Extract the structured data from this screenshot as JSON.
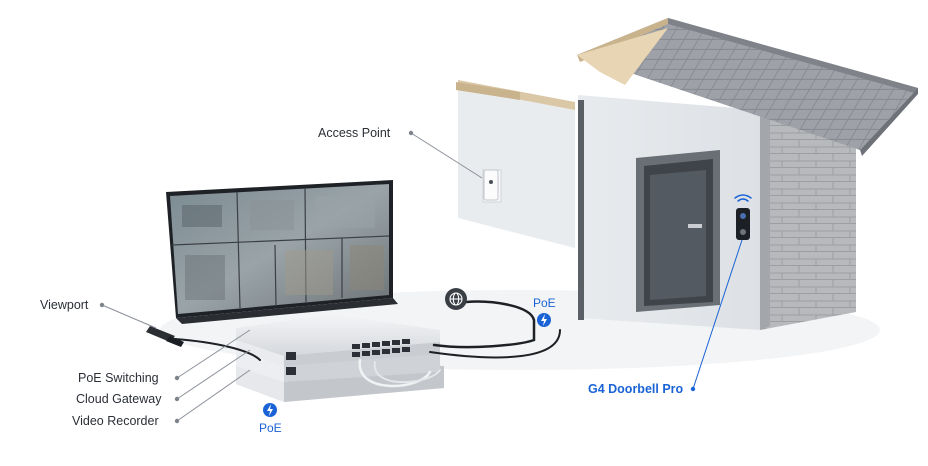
{
  "labels": {
    "access_point": "Access Point",
    "viewport": "Viewport",
    "poe_switching": "PoE Switching",
    "cloud_gateway": "Cloud Gateway",
    "video_recorder": "Video Recorder",
    "doorbell": "G4 Doorbell Pro",
    "poe_right": "PoE",
    "poe_bottom": "PoE"
  },
  "icons": {
    "globe": "globe-icon",
    "poe_bolt": "lightning-bolt-icon",
    "wifi": "wifi-icon"
  },
  "colors": {
    "accent": "#1a63d6",
    "text": "#2b2f36",
    "leader": "#8a8f98"
  }
}
